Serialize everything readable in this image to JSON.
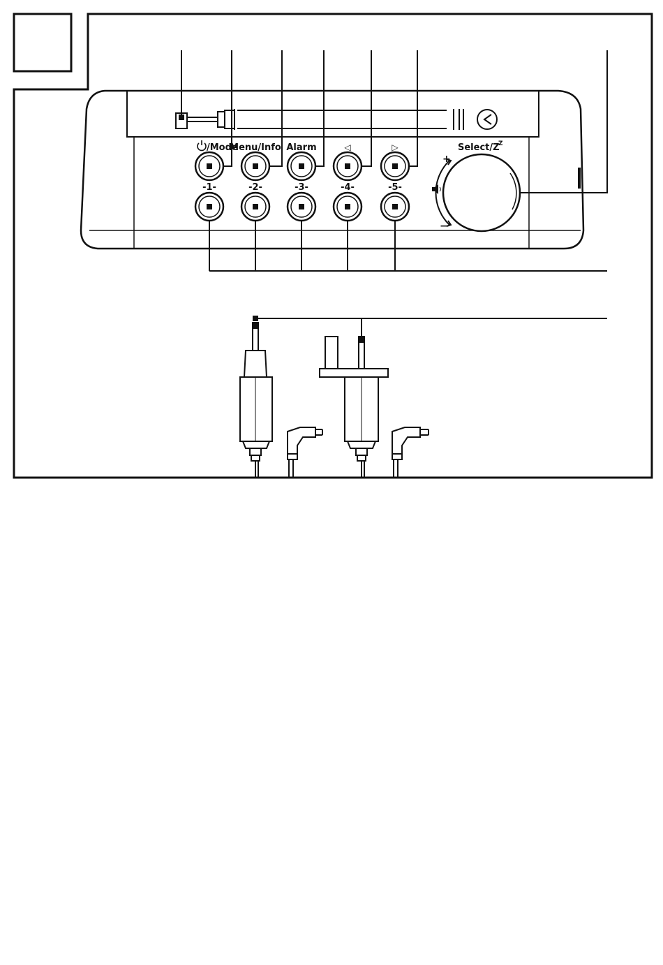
{
  "panel": {
    "buttons_top": [
      {
        "id": "mode",
        "label": "/Mode",
        "icon": "power-icon"
      },
      {
        "id": "menu-info",
        "label": "Menu/Info"
      },
      {
        "id": "alarm",
        "label": "Alarm"
      },
      {
        "id": "left",
        "label": "◁",
        "icon": "triangle-left-icon"
      },
      {
        "id": "right",
        "label": "▷",
        "icon": "triangle-right-icon"
      }
    ],
    "presets": [
      {
        "id": "preset-1",
        "label": "-1-"
      },
      {
        "id": "preset-2",
        "label": "-2-"
      },
      {
        "id": "preset-3",
        "label": "-3-"
      },
      {
        "id": "preset-4",
        "label": "-4-"
      },
      {
        "id": "preset-5",
        "label": "-5-"
      }
    ],
    "knob": {
      "label": "Select/Z",
      "superscript": "Z",
      "plus": "+",
      "minus": "−",
      "icon": "speaker-icon"
    }
  },
  "adapters": [
    {
      "id": "eu-adapter",
      "type": "EU plug"
    },
    {
      "id": "uk-adapter",
      "type": "UK plug"
    }
  ],
  "colors": {
    "line": "#111111",
    "background": "#ffffff"
  }
}
